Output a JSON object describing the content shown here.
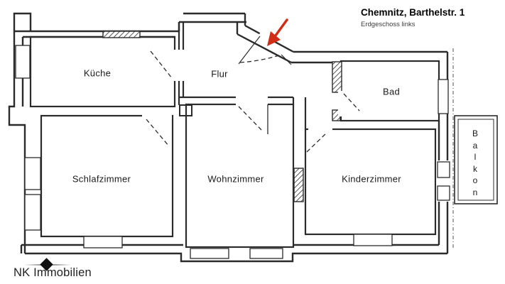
{
  "header": {
    "title": "Chemnitz, Barthelstr. 1",
    "subtitle": "Erdgeschoss links"
  },
  "rooms": {
    "kueche": {
      "label": "Küche"
    },
    "flur": {
      "label": "Flur"
    },
    "bad": {
      "label": "Bad"
    },
    "schlafzimmer": {
      "label": "Schlafzimmer"
    },
    "wohnzimmer": {
      "label": "Wohnzimmer"
    },
    "kinderzimmer": {
      "label": "Kinderzimmer"
    },
    "balkon": {
      "label": "Balkon"
    }
  },
  "branding": {
    "agency": "NK Immobilien",
    "logo_icon": "diamond-icon"
  },
  "annotations": {
    "entrance_marker_icon": "red-arrow-icon"
  },
  "colors": {
    "walls": "#2b2b2b",
    "arrow_red": "#d02c18",
    "text": "#141414",
    "background": "#ffffff"
  }
}
